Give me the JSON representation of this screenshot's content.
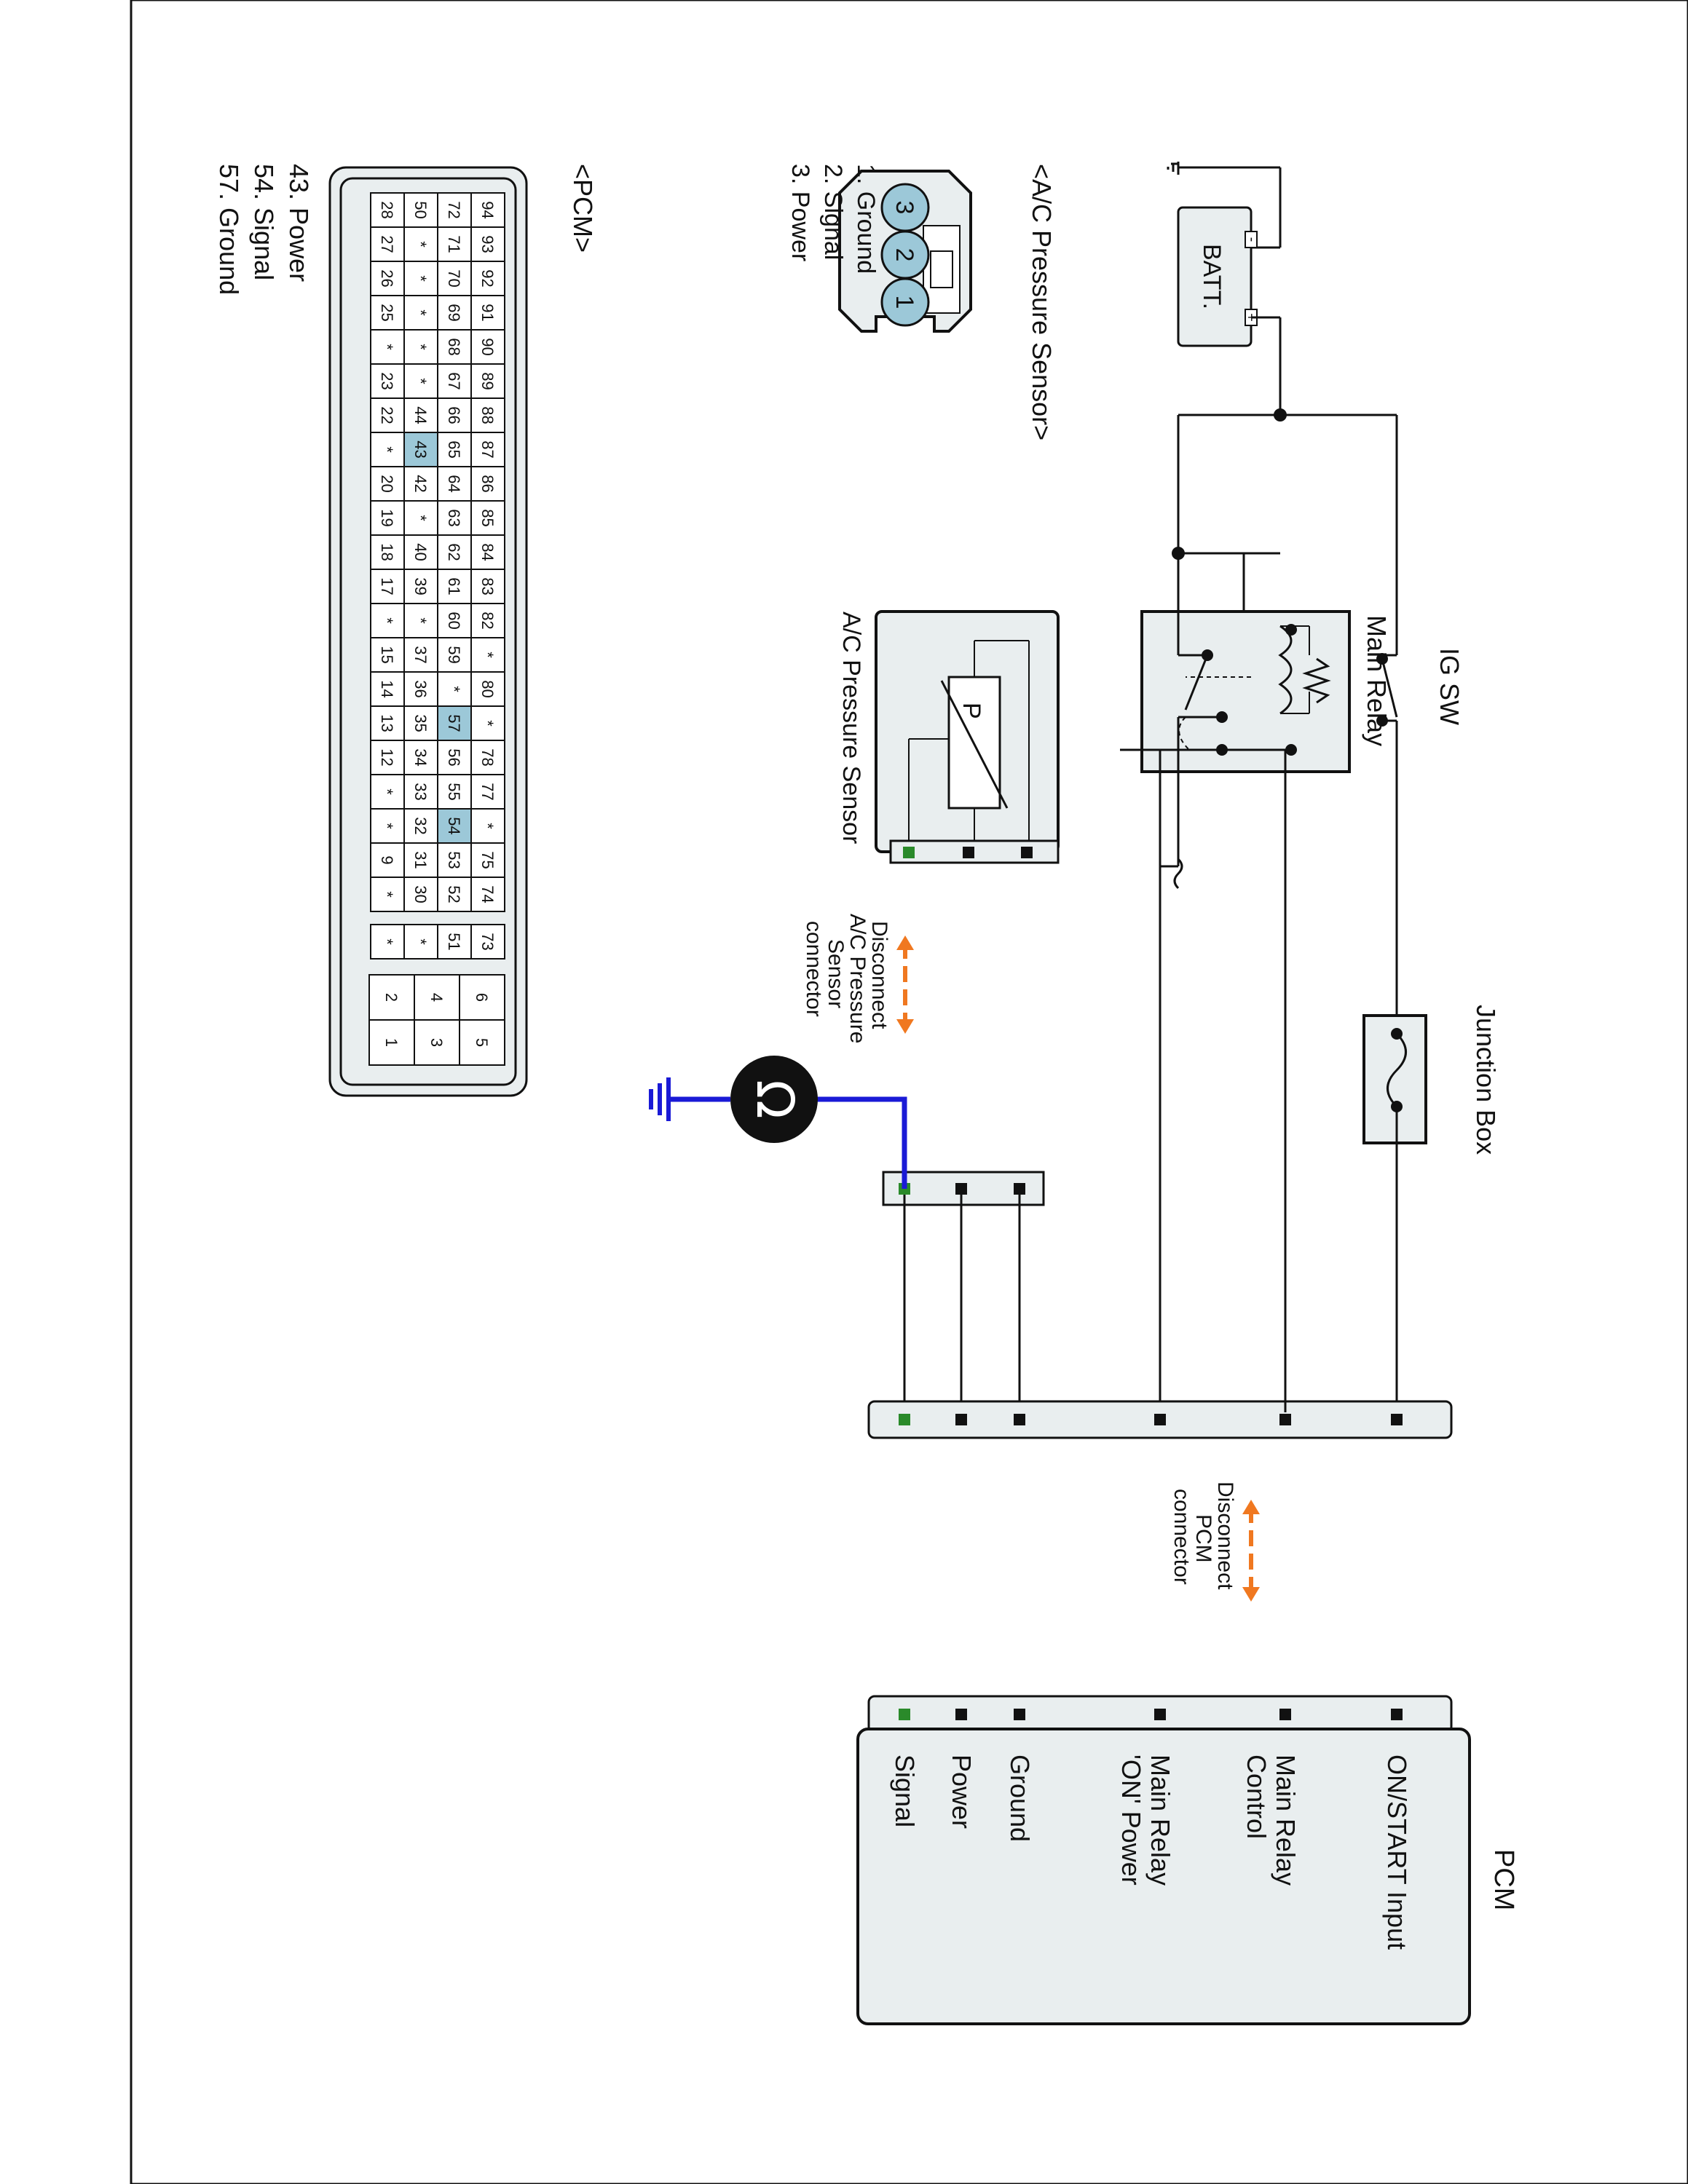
{
  "labels": {
    "batt": "BATT.",
    "batt_plus": "+",
    "batt_minus": "-",
    "ig_sw": "IG SW",
    "main_relay": "Main Relay",
    "junction_box": "Junction Box",
    "sensor_body": "A/C Pressure Sensor",
    "sensor_p": "P",
    "ohmmeter": "Ω",
    "disconnect_sensor": [
      "Disconnect",
      "A/C Pressure",
      "Sensor",
      "connector"
    ],
    "disconnect_pcm": [
      "Disconnect",
      "PCM",
      "connector"
    ],
    "pcm_title": "PCM"
  },
  "pcm_terminals": [
    {
      "label": [
        "ON/START  Input"
      ],
      "color": "#111111"
    },
    {
      "label": [
        "Main Relay",
        "Control"
      ],
      "color": "#111111"
    },
    {
      "label": [
        "Main Relay",
        "'ON' Power"
      ],
      "color": "#111111"
    },
    {
      "label": [
        "Ground"
      ],
      "color": "#111111"
    },
    {
      "label": [
        "Power"
      ],
      "color": "#111111"
    },
    {
      "label": [
        "Signal"
      ],
      "color": "#2a8a2a"
    }
  ],
  "sensor_connector": {
    "title": "<A/C Pressure Sensor>",
    "pins": [
      "3",
      "2",
      "1"
    ],
    "legend": [
      {
        "text": "1. Ground",
        "color": "#111111"
      },
      {
        "text": "2. Signal",
        "color": "#2a8a2a"
      },
      {
        "text": "3. Power",
        "color": "#111111"
      }
    ]
  },
  "pcm_connector": {
    "title": "<PCM>",
    "rows": [
      [
        "94",
        "93",
        "92",
        "91",
        "90",
        "89",
        "88",
        "87",
        "86",
        "85",
        "84",
        "83",
        "82",
        "*",
        "80",
        "*",
        "78",
        "77",
        "*",
        "75",
        "74"
      ],
      [
        "72",
        "71",
        "70",
        "69",
        "68",
        "67",
        "66",
        "65",
        "64",
        "63",
        "62",
        "61",
        "60",
        "59",
        "*",
        "57",
        "56",
        "55",
        "54",
        "53",
        "52"
      ],
      [
        "50",
        "*",
        "*",
        "*",
        "*",
        "*",
        "44",
        "43",
        "42",
        "*",
        "40",
        "39",
        "*",
        "37",
        "36",
        "35",
        "34",
        "33",
        "32",
        "31",
        "30"
      ],
      [
        "28",
        "27",
        "26",
        "25",
        "*",
        "23",
        "22",
        "*",
        "20",
        "19",
        "18",
        "17",
        "*",
        "15",
        "14",
        "13",
        "12",
        "*",
        "*",
        "9",
        "*"
      ]
    ],
    "extra_rows": [
      [
        "73",
        "51",
        "*",
        "*"
      ]
    ],
    "small_block": [
      [
        "6",
        "5"
      ],
      [
        "4",
        "3"
      ],
      [
        "2",
        "1"
      ]
    ],
    "highlighted": [
      "43",
      "54",
      "57"
    ],
    "legend": [
      {
        "text": "43. Power",
        "color": "#111111"
      },
      {
        "text": "54. Signal",
        "color": "#2a8a2a"
      },
      {
        "text": "57. Ground",
        "color": "#111111"
      }
    ]
  },
  "colors": {
    "signal_green": "#2a8a2a",
    "probe_blue": "#1a1ad6",
    "arrow_orange": "#f07820",
    "highlight_blue": "#9cc8d8",
    "box_fill": "#e9eeef"
  }
}
